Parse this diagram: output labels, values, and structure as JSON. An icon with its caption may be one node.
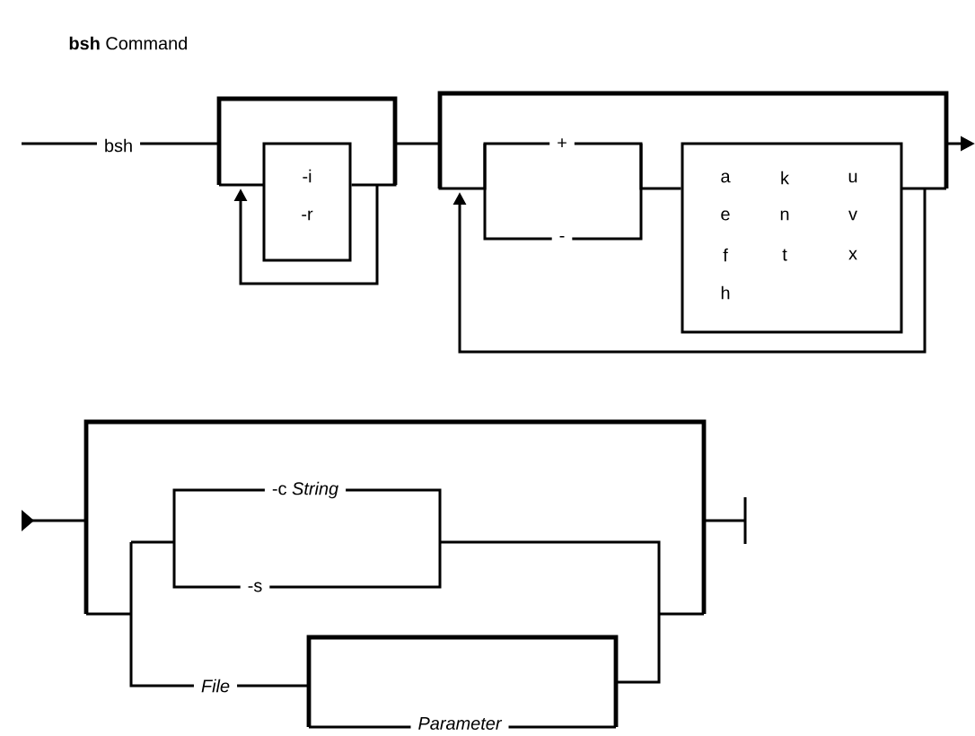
{
  "diagram": {
    "title": "**bsh** Command",
    "nodes": [
      {
        "text": [
          "-i",
          "-r"
        ]
      },
      {
        "text": [
          "a",
          "e",
          "f",
          "h",
          "k",
          "n",
          "t",
          "u",
          "v",
          "x"
        ]
      }
    ],
    "edges": [
      {
        "from": 0,
        "to": 1,
        "arrow": "none"
      }
    ],
    "labels": [
      "bsh",
      "+",
      "-",
      "-c *String*",
      "-s",
      "File",
      "Parameter"
    ]
  }
}
